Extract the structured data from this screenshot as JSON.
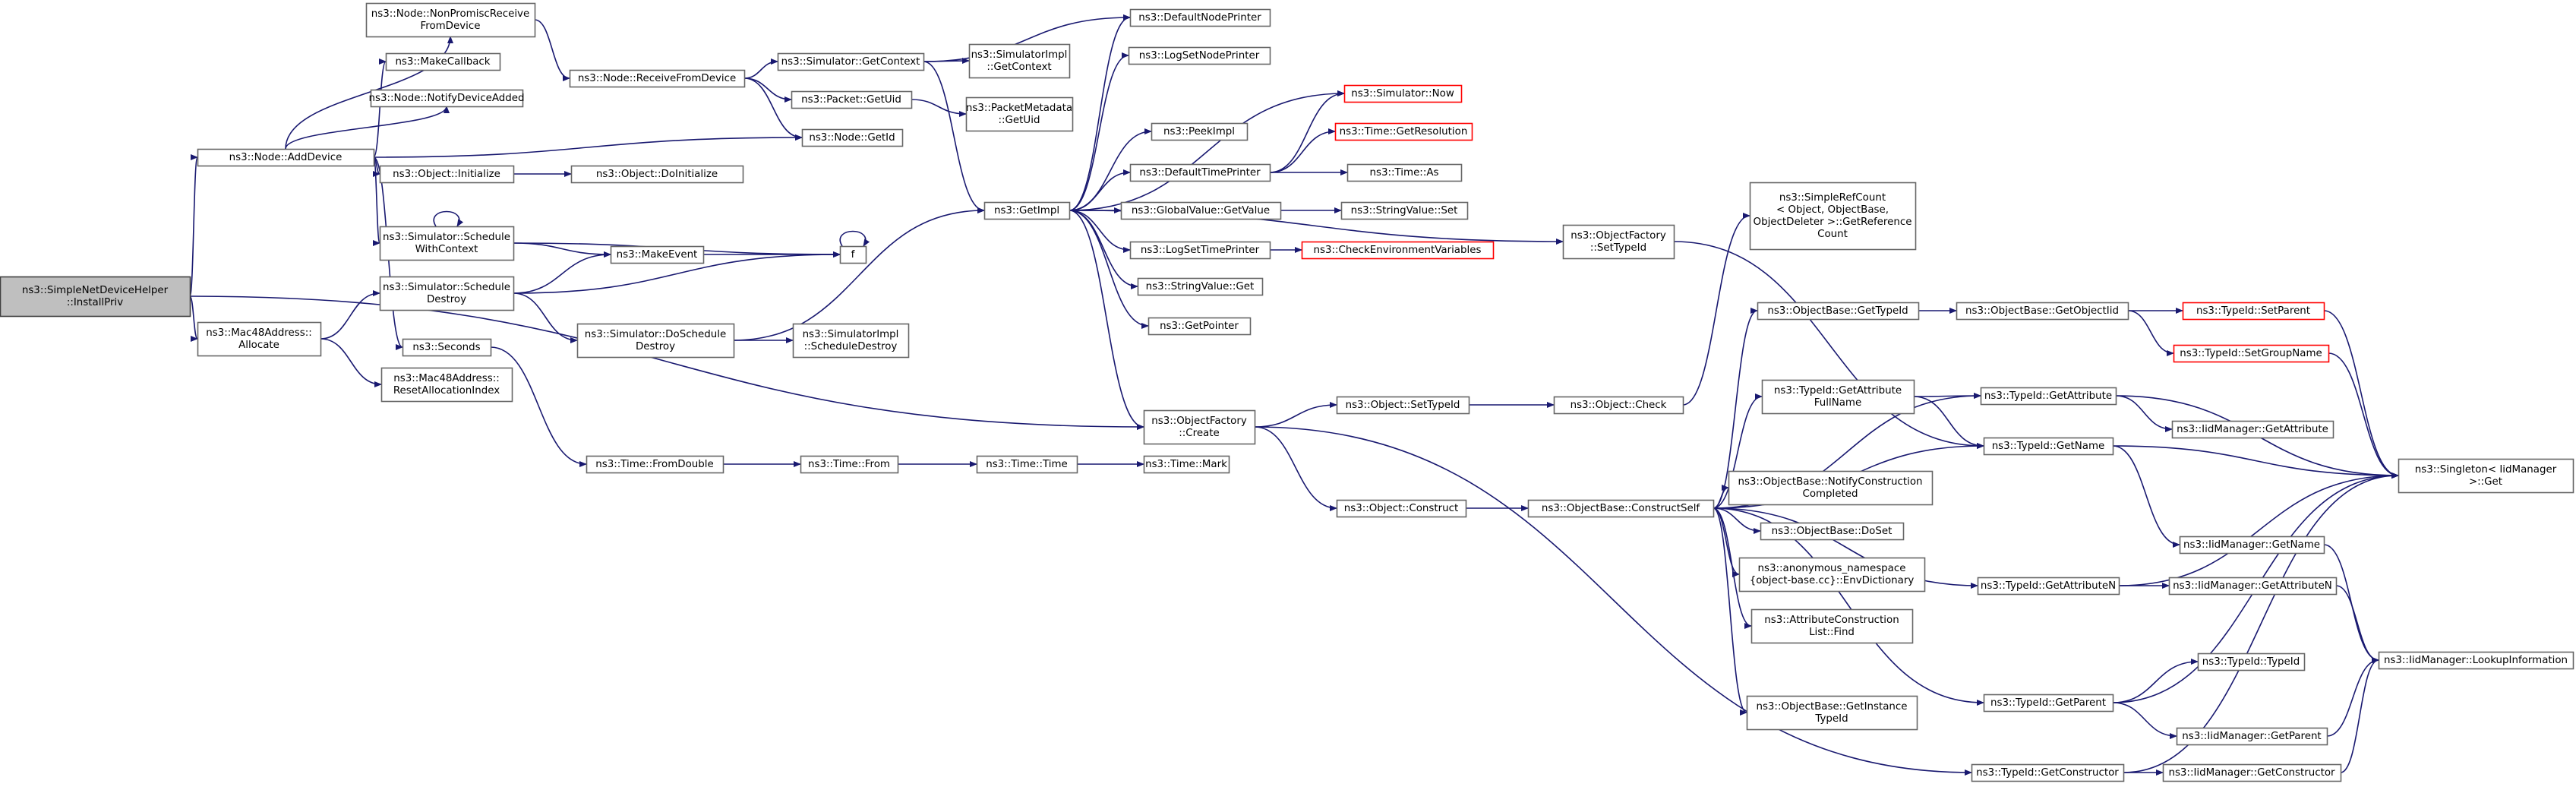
{
  "title": "",
  "nodes": [
    {
      "id": "root",
      "lines": [
        "ns3::SimpleNetDeviceHelper",
        "::InstallPriv"
      ],
      "style": "root"
    },
    {
      "id": "adddevice",
      "lines": [
        "ns3::Node::AddDevice"
      ]
    },
    {
      "id": "mac_alloc",
      "lines": [
        "ns3::Mac48Address::",
        "Allocate"
      ]
    },
    {
      "id": "nonpromisc",
      "lines": [
        "ns3::Node::NonPromiscReceive",
        "FromDevice"
      ]
    },
    {
      "id": "makecallback",
      "lines": [
        "ns3::MakeCallback"
      ]
    },
    {
      "id": "notifydevadded",
      "lines": [
        "ns3::Node::NotifyDeviceAdded"
      ]
    },
    {
      "id": "obj_init",
      "lines": [
        "ns3::Object::Initialize"
      ]
    },
    {
      "id": "sched_ctx",
      "lines": [
        "ns3::Simulator::Schedule",
        "WithContext"
      ]
    },
    {
      "id": "sched_destroy",
      "lines": [
        "ns3::Simulator::Schedule",
        "Destroy"
      ]
    },
    {
      "id": "seconds",
      "lines": [
        "ns3::Seconds"
      ]
    },
    {
      "id": "mac_reset",
      "lines": [
        "ns3::Mac48Address::",
        "ResetAllocationIndex"
      ]
    },
    {
      "id": "recvfromdev",
      "lines": [
        "ns3::Node::ReceiveFromDevice"
      ]
    },
    {
      "id": "obj_doinit",
      "lines": [
        "ns3::Object::DoInitialize"
      ]
    },
    {
      "id": "makeevent",
      "lines": [
        "ns3::MakeEvent"
      ]
    },
    {
      "id": "f",
      "lines": [
        "f"
      ]
    },
    {
      "id": "dosched_destroy",
      "lines": [
        "ns3::Simulator::DoSchedule",
        "Destroy"
      ]
    },
    {
      "id": "fromdouble",
      "lines": [
        "ns3::Time::FromDouble"
      ]
    },
    {
      "id": "getcontext",
      "lines": [
        "ns3::Simulator::GetContext"
      ]
    },
    {
      "id": "packet_getuid",
      "lines": [
        "ns3::Packet::GetUid"
      ]
    },
    {
      "id": "node_getid",
      "lines": [
        "ns3::Node::GetId"
      ]
    },
    {
      "id": "simimpl_getctx",
      "lines": [
        "ns3::SimulatorImpl",
        "::GetContext"
      ]
    },
    {
      "id": "pktmeta_getuid",
      "lines": [
        "ns3::PacketMetadata",
        "::GetUid"
      ]
    },
    {
      "id": "simimpl_schdestroy",
      "lines": [
        "ns3::SimulatorImpl",
        "::ScheduleDestroy"
      ]
    },
    {
      "id": "getimpl",
      "lines": [
        "ns3::GetImpl"
      ]
    },
    {
      "id": "time_from",
      "lines": [
        "ns3::Time::From"
      ]
    },
    {
      "id": "time_time",
      "lines": [
        "ns3::Time::Time"
      ]
    },
    {
      "id": "time_mark",
      "lines": [
        "ns3::Time::Mark"
      ]
    },
    {
      "id": "defnodeprinter",
      "lines": [
        "ns3::DefaultNodePrinter"
      ]
    },
    {
      "id": "logsetnodeprinter",
      "lines": [
        "ns3::LogSetNodePrinter"
      ]
    },
    {
      "id": "peekimpl",
      "lines": [
        "ns3::PeekImpl"
      ]
    },
    {
      "id": "deftimeprinter",
      "lines": [
        "ns3::DefaultTimePrinter"
      ]
    },
    {
      "id": "globalvalue_get",
      "lines": [
        "ns3::GlobalValue::GetValue"
      ]
    },
    {
      "id": "logsettimeprinter",
      "lines": [
        "ns3::LogSetTimePrinter"
      ]
    },
    {
      "id": "stringvalue_get",
      "lines": [
        "ns3::StringValue::Get"
      ]
    },
    {
      "id": "getpointer",
      "lines": [
        "ns3::GetPointer"
      ]
    },
    {
      "id": "objfactory_create",
      "lines": [
        "ns3::ObjectFactory",
        "::Create"
      ]
    },
    {
      "id": "sim_now",
      "lines": [
        "ns3::Simulator::Now"
      ],
      "style": "trunc"
    },
    {
      "id": "time_getres",
      "lines": [
        "ns3::Time::GetResolution"
      ],
      "style": "trunc"
    },
    {
      "id": "time_as",
      "lines": [
        "ns3::Time::As"
      ]
    },
    {
      "id": "stringvalue_set",
      "lines": [
        "ns3::StringValue::Set"
      ]
    },
    {
      "id": "checkenv",
      "lines": [
        "ns3::CheckEnvironmentVariables"
      ],
      "style": "trunc"
    },
    {
      "id": "obj_settypeid",
      "lines": [
        "ns3::Object::SetTypeId"
      ]
    },
    {
      "id": "obj_construct",
      "lines": [
        "ns3::Object::Construct"
      ]
    },
    {
      "id": "objfactory_settypeid",
      "lines": [
        "ns3::ObjectFactory",
        "::SetTypeId"
      ]
    },
    {
      "id": "obj_check",
      "lines": [
        "ns3::Object::Check"
      ]
    },
    {
      "id": "objbase_constructself",
      "lines": [
        "ns3::ObjectBase::ConstructSelf"
      ]
    },
    {
      "id": "simplerefcount",
      "lines": [
        "ns3::SimpleRefCount",
        "< Object, ObjectBase,",
        "ObjectDeleter >::GetReference",
        "Count"
      ]
    },
    {
      "id": "objbase_gettypeid",
      "lines": [
        "ns3::ObjectBase::GetTypeId"
      ]
    },
    {
      "id": "typeid_getattrfullname",
      "lines": [
        "ns3::TypeId::GetAttribute",
        "FullName"
      ]
    },
    {
      "id": "objbase_notify",
      "lines": [
        "ns3::ObjectBase::NotifyConstruction",
        "Completed"
      ]
    },
    {
      "id": "objbase_doset",
      "lines": [
        "ns3::ObjectBase::DoSet"
      ]
    },
    {
      "id": "anon_envdict",
      "lines": [
        "ns3::anonymous_namespace",
        "{object-base.cc}::EnvDictionary"
      ]
    },
    {
      "id": "attrconstr_find",
      "lines": [
        "ns3::AttributeConstruction",
        "List::Find"
      ]
    },
    {
      "id": "objbase_getinsttypeid",
      "lines": [
        "ns3::ObjectBase::GetInstance",
        "TypeId"
      ]
    },
    {
      "id": "objbase_getobjtid",
      "lines": [
        "ns3::ObjectBase::GetObjectIid"
      ]
    },
    {
      "id": "typeid_getattribute",
      "lines": [
        "ns3::TypeId::GetAttribute"
      ]
    },
    {
      "id": "typeid_getname",
      "lines": [
        "ns3::TypeId::GetName"
      ]
    },
    {
      "id": "typeid_getattributen",
      "lines": [
        "ns3::TypeId::GetAttributeN"
      ]
    },
    {
      "id": "typeid_getparent",
      "lines": [
        "ns3::TypeId::GetParent"
      ]
    },
    {
      "id": "typeid_getconstructor",
      "lines": [
        "ns3::TypeId::GetConstructor"
      ]
    },
    {
      "id": "typeid_setparent",
      "lines": [
        "ns3::TypeId::SetParent"
      ],
      "style": "trunc"
    },
    {
      "id": "typeid_setgroupname",
      "lines": [
        "ns3::TypeId::SetGroupName"
      ],
      "style": "trunc"
    },
    {
      "id": "iidm_getattribute",
      "lines": [
        "ns3::IidManager::GetAttribute"
      ]
    },
    {
      "id": "iidm_getname",
      "lines": [
        "ns3::IidManager::GetName"
      ]
    },
    {
      "id": "iidm_getattributen",
      "lines": [
        "ns3::IidManager::GetAttributeN"
      ]
    },
    {
      "id": "typeid_typeid",
      "lines": [
        "ns3::TypeId::TypeId"
      ]
    },
    {
      "id": "iidm_getparent",
      "lines": [
        "ns3::IidManager::GetParent"
      ]
    },
    {
      "id": "iidm_getconstructor",
      "lines": [
        "ns3::IidManager::GetConstructor"
      ]
    },
    {
      "id": "singleton_get",
      "lines": [
        "ns3::Singleton< IidManager",
        ">::Get"
      ]
    },
    {
      "id": "iidm_lookup",
      "lines": [
        "ns3::IidManager::LookupInformation"
      ]
    }
  ],
  "edges": [
    [
      "root",
      "adddevice"
    ],
    [
      "root",
      "mac_alloc"
    ],
    [
      "root",
      "objfactory_create"
    ],
    [
      "adddevice",
      "nonpromisc"
    ],
    [
      "adddevice",
      "makecallback"
    ],
    [
      "adddevice",
      "notifydevadded"
    ],
    [
      "adddevice",
      "node_getid"
    ],
    [
      "adddevice",
      "obj_init"
    ],
    [
      "adddevice",
      "sched_ctx"
    ],
    [
      "adddevice",
      "seconds"
    ],
    [
      "mac_alloc",
      "sched_destroy"
    ],
    [
      "mac_alloc",
      "mac_reset"
    ],
    [
      "nonpromisc",
      "recvfromdev"
    ],
    [
      "recvfromdev",
      "getcontext"
    ],
    [
      "recvfromdev",
      "packet_getuid"
    ],
    [
      "recvfromdev",
      "node_getid"
    ],
    [
      "obj_init",
      "obj_doinit"
    ],
    [
      "sched_ctx",
      "sched_ctx"
    ],
    [
      "sched_ctx",
      "makeevent"
    ],
    [
      "sched_ctx",
      "f"
    ],
    [
      "sched_destroy",
      "makeevent"
    ],
    [
      "sched_destroy",
      "f"
    ],
    [
      "sched_destroy",
      "dosched_destroy"
    ],
    [
      "makeevent",
      "f"
    ],
    [
      "f",
      "f"
    ],
    [
      "seconds",
      "fromdouble"
    ],
    [
      "dosched_destroy",
      "simimpl_schdestroy"
    ],
    [
      "dosched_destroy",
      "getimpl"
    ],
    [
      "fromdouble",
      "time_from"
    ],
    [
      "time_from",
      "time_time"
    ],
    [
      "time_time",
      "time_mark"
    ],
    [
      "getcontext",
      "defnodeprinter"
    ],
    [
      "getcontext",
      "simimpl_getctx"
    ],
    [
      "getcontext",
      "getimpl"
    ],
    [
      "packet_getuid",
      "pktmeta_getuid"
    ],
    [
      "getimpl",
      "defnodeprinter"
    ],
    [
      "getimpl",
      "logsetnodeprinter"
    ],
    [
      "getimpl",
      "sim_now"
    ],
    [
      "getimpl",
      "peekimpl"
    ],
    [
      "getimpl",
      "deftimeprinter"
    ],
    [
      "getimpl",
      "globalvalue_get"
    ],
    [
      "getimpl",
      "logsettimeprinter"
    ],
    [
      "getimpl",
      "stringvalue_get"
    ],
    [
      "getimpl",
      "getpointer"
    ],
    [
      "getimpl",
      "objfactory_create"
    ],
    [
      "getimpl",
      "objfactory_settypeid"
    ],
    [
      "deftimeprinter",
      "sim_now"
    ],
    [
      "deftimeprinter",
      "time_getres"
    ],
    [
      "deftimeprinter",
      "time_as"
    ],
    [
      "globalvalue_get",
      "stringvalue_set"
    ],
    [
      "logsettimeprinter",
      "checkenv"
    ],
    [
      "objfactory_create",
      "obj_settypeid"
    ],
    [
      "objfactory_create",
      "obj_construct"
    ],
    [
      "objfactory_create",
      "typeid_getconstructor"
    ],
    [
      "obj_settypeid",
      "obj_check"
    ],
    [
      "obj_construct",
      "objbase_constructself"
    ],
    [
      "objfactory_settypeid",
      "typeid_getname"
    ],
    [
      "obj_check",
      "simplerefcount"
    ],
    [
      "objbase_constructself",
      "objbase_gettypeid"
    ],
    [
      "objbase_constructself",
      "typeid_getattrfullname"
    ],
    [
      "objbase_constructself",
      "typeid_getattribute"
    ],
    [
      "objbase_constructself",
      "typeid_getname"
    ],
    [
      "objbase_constructself",
      "objbase_notify"
    ],
    [
      "objbase_constructself",
      "objbase_doset"
    ],
    [
      "objbase_constructself",
      "anon_envdict"
    ],
    [
      "objbase_constructself",
      "attrconstr_find"
    ],
    [
      "objbase_constructself",
      "objbase_getinsttypeid"
    ],
    [
      "objbase_constructself",
      "typeid_getattributen"
    ],
    [
      "objbase_constructself",
      "typeid_getparent"
    ],
    [
      "objbase_gettypeid",
      "objbase_getobjtid"
    ],
    [
      "typeid_getattrfullname",
      "typeid_getattribute"
    ],
    [
      "typeid_getattrfullname",
      "typeid_getname"
    ],
    [
      "objbase_getobjtid",
      "typeid_setparent"
    ],
    [
      "objbase_getobjtid",
      "typeid_setgroupname"
    ],
    [
      "typeid_getattribute",
      "iidm_getattribute"
    ],
    [
      "typeid_getattribute",
      "singleton_get"
    ],
    [
      "typeid_getname",
      "iidm_getname"
    ],
    [
      "typeid_getname",
      "singleton_get"
    ],
    [
      "typeid_getattributen",
      "iidm_getattributen"
    ],
    [
      "typeid_getattributen",
      "singleton_get"
    ],
    [
      "typeid_getparent",
      "typeid_typeid"
    ],
    [
      "typeid_getparent",
      "iidm_getparent"
    ],
    [
      "typeid_getparent",
      "singleton_get"
    ],
    [
      "typeid_getconstructor",
      "iidm_getconstructor"
    ],
    [
      "typeid_getconstructor",
      "singleton_get"
    ],
    [
      "typeid_setparent",
      "singleton_get"
    ],
    [
      "typeid_setgroupname",
      "singleton_get"
    ],
    [
      "iidm_getname",
      "iidm_lookup"
    ],
    [
      "iidm_getattributen",
      "iidm_lookup"
    ],
    [
      "iidm_getparent",
      "iidm_lookup"
    ],
    [
      "iidm_getconstructor",
      "iidm_lookup"
    ]
  ]
}
